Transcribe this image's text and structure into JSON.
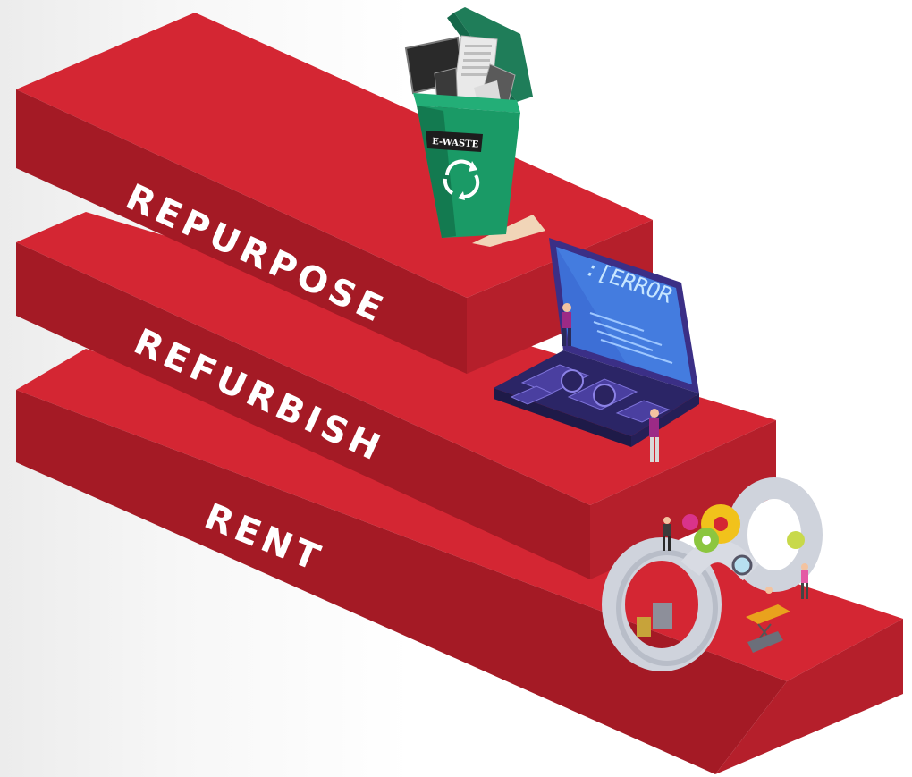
{
  "steps": [
    {
      "label": "REPURPOSE",
      "icon": "e-waste-bin-icon"
    },
    {
      "label": "REFURBISH",
      "icon": "laptop-repair-icon"
    },
    {
      "label": "RENT",
      "icon": "infinity-loop-icon"
    }
  ],
  "bin_text": "E-WASTE",
  "laptop_screen_text": ":[ERROR",
  "colors": {
    "top": "#d42633",
    "front": "#a41a25",
    "side": "#b51f2b",
    "bin": "#1a9a66",
    "laptop": "#3b2f86",
    "background": "#ffffff"
  }
}
